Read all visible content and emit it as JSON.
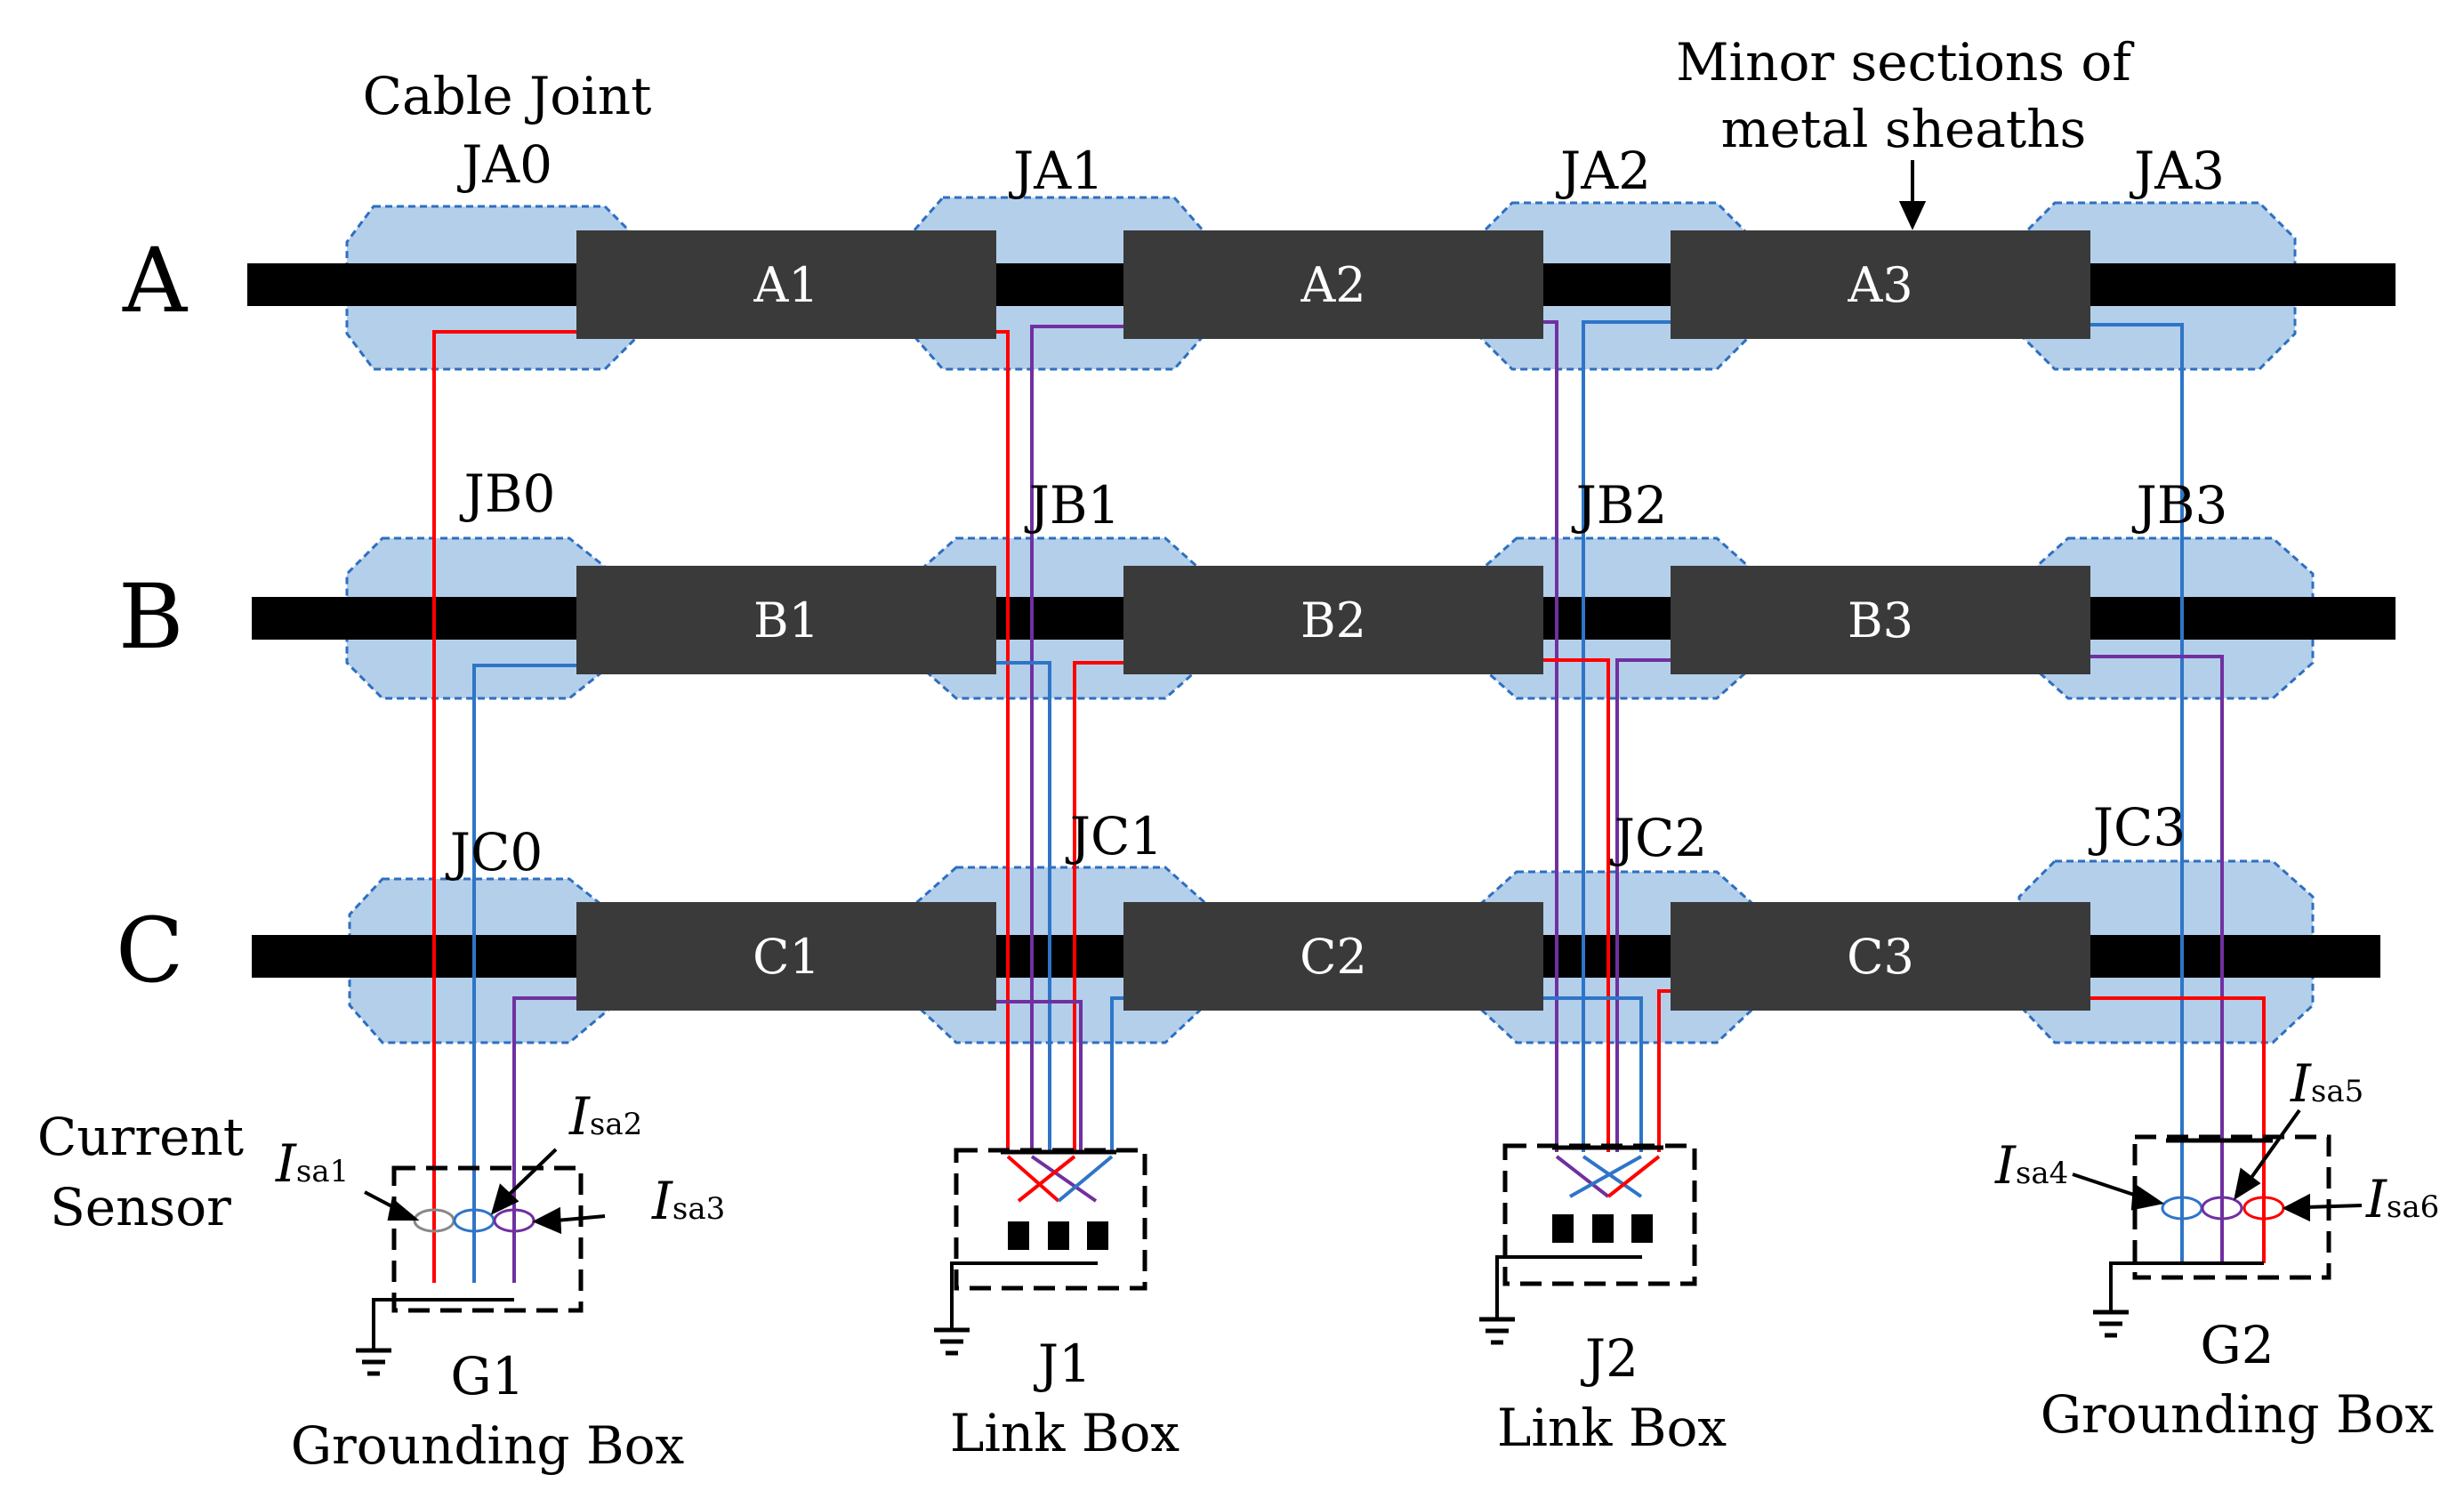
{
  "phases": [
    {
      "label": "A",
      "segments": [
        "A1",
        "A2",
        "A3"
      ],
      "joints": [
        "JA0",
        "JA1",
        "JA2",
        "JA3"
      ]
    },
    {
      "label": "B",
      "segments": [
        "B1",
        "B2",
        "B3"
      ],
      "joints": [
        "JB0",
        "JB1",
        "JB2",
        "JB3"
      ]
    },
    {
      "label": "C",
      "segments": [
        "C1",
        "C2",
        "C3"
      ],
      "joints": [
        "JC0",
        "JC1",
        "JC2",
        "JC3"
      ]
    }
  ],
  "annotations": {
    "cable_joint_line1": "Cable Joint",
    "minor_sections_line1": "Minor sections of",
    "minor_sections_line2": "metal sheaths",
    "current_sensor_line1": "Current",
    "current_sensor_line2": "Sensor"
  },
  "boxes": [
    {
      "id": "G1",
      "line1": "G1",
      "line2": "Grounding Box"
    },
    {
      "id": "J1",
      "line1": "J1",
      "line2": "Link Box"
    },
    {
      "id": "J2",
      "line1": "J2",
      "line2": "Link Box"
    },
    {
      "id": "G2",
      "line1": "G2",
      "line2": "Grounding Box"
    }
  ],
  "sensors": [
    {
      "main": "I",
      "sub": "sa1"
    },
    {
      "main": "I",
      "sub": "sa2"
    },
    {
      "main": "I",
      "sub": "sa3"
    },
    {
      "main": "I",
      "sub": "sa4"
    },
    {
      "main": "I",
      "sub": "sa5"
    },
    {
      "main": "I",
      "sub": "sa6"
    }
  ],
  "colors": {
    "cable": "#000000",
    "sheath": "#3a3a3a",
    "joint_fill": "#b4cfea",
    "joint_border": "#2e6fc0",
    "wire_red": "#ff0000",
    "wire_blue": "#2e75c8",
    "wire_purple": "#7030a0"
  }
}
